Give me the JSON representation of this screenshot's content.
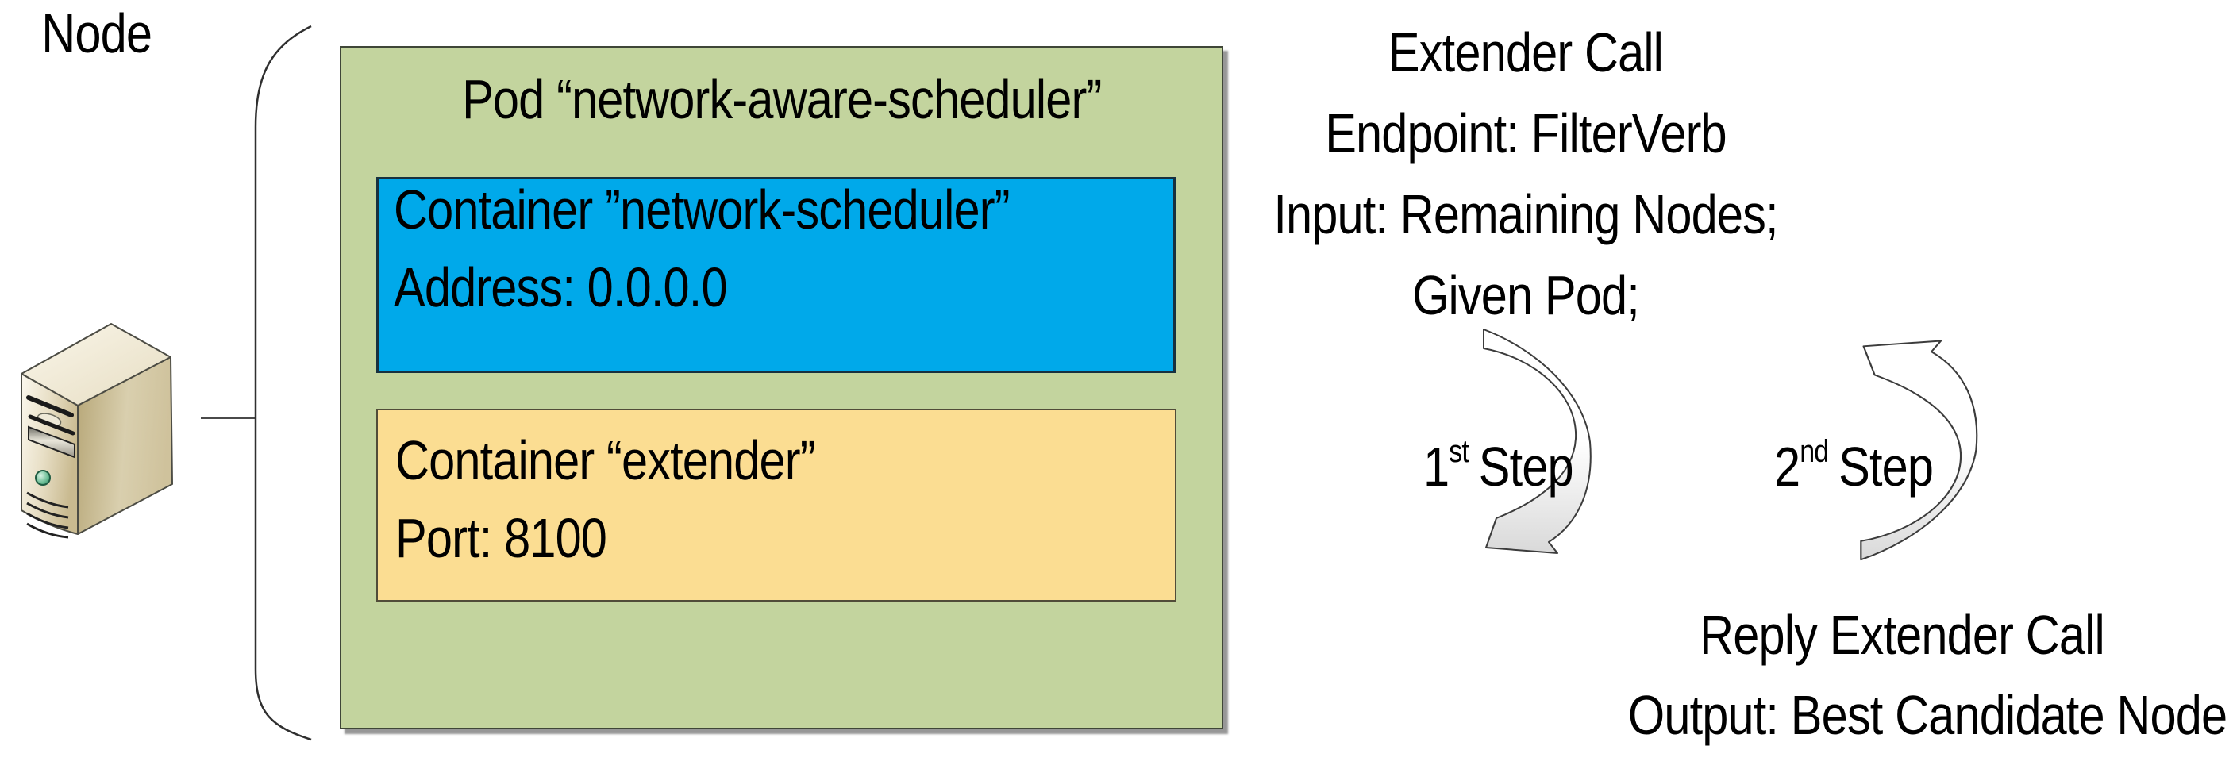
{
  "node": {
    "label": "Node"
  },
  "pod": {
    "title": "Pod “network-aware-scheduler”",
    "containers": [
      {
        "title": "Container ”network-scheduler”",
        "detail": "Address: 0.0.0.0"
      },
      {
        "title": "Container “extender”",
        "detail": "Port: 8100"
      }
    ]
  },
  "extender_call": {
    "lines": [
      "Extender Call",
      "Endpoint: FilterVerb",
      "Input: Remaining Nodes;",
      "Given Pod;"
    ]
  },
  "steps": [
    {
      "num": "1",
      "suffix": "st",
      "word": "Step"
    },
    {
      "num": "2",
      "suffix": "nd",
      "word": "Step"
    }
  ],
  "reply": {
    "lines": [
      "Reply Extender Call",
      "Output: Best Candidate Node"
    ]
  },
  "colors": {
    "pod_green": "#c3d49e",
    "container_blue": "#00a9ea",
    "container_yellow": "#fbdd92",
    "box_border_dark": "#3f4637",
    "arrow_shade_gray": "#d9d9d9",
    "text_black": "#000000"
  }
}
